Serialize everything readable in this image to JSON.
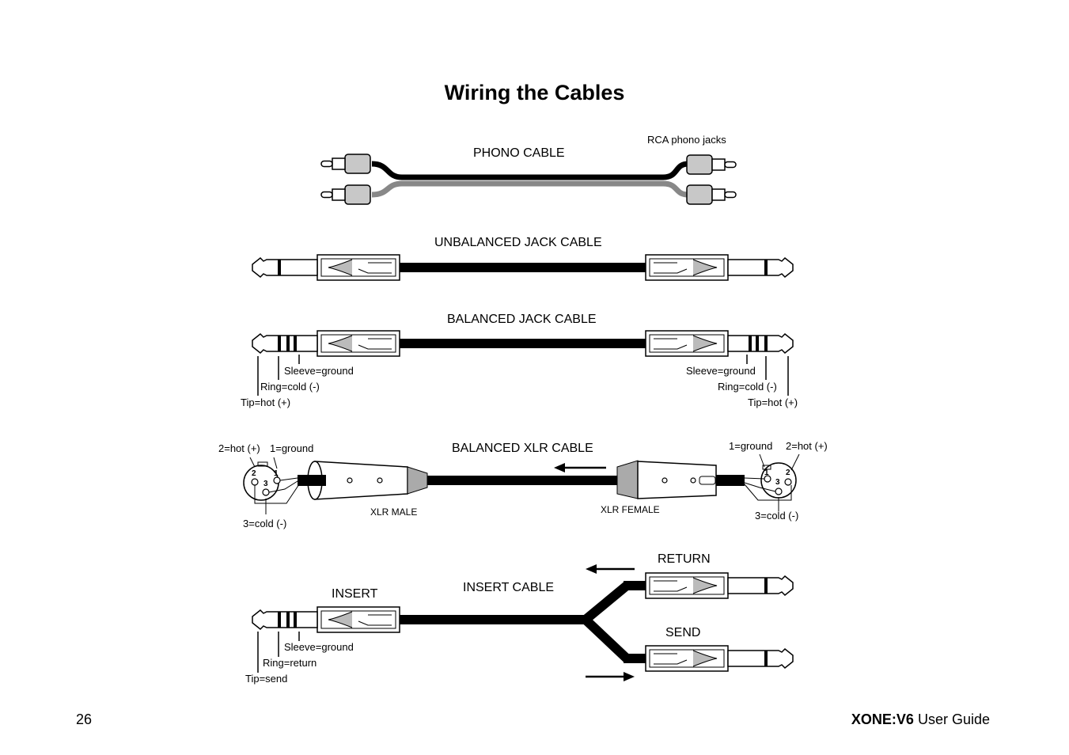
{
  "page": {
    "title": "Wiring the Cables",
    "page_number": "26",
    "footer_brand": "XONE:V6",
    "footer_suffix": " User Guide"
  },
  "phono": {
    "heading": "PHONO CABLE",
    "connector_label": "RCA phono jacks"
  },
  "unbalanced": {
    "heading": "UNBALANCED JACK CABLE"
  },
  "balanced_jack": {
    "heading": "BALANCED JACK CABLE",
    "left": {
      "sleeve": "Sleeve=ground",
      "ring": "Ring=cold (-)",
      "tip": "Tip=hot (+)"
    },
    "right": {
      "sleeve": "Sleeve=ground",
      "ring": "Ring=cold (-)",
      "tip": "Tip=hot (+)"
    }
  },
  "xlr": {
    "heading": "BALANCED XLR CABLE",
    "male_label": "XLR MALE",
    "female_label": "XLR FEMALE",
    "left": {
      "hot": "2=hot (+)",
      "ground": "1=ground",
      "cold": "3=cold (-)"
    },
    "right": {
      "ground": "1=ground",
      "hot": "2=hot (+)",
      "cold": "3=cold (-)"
    },
    "pins": {
      "p1": "1",
      "p2": "2",
      "p3": "3"
    }
  },
  "insert": {
    "heading": "INSERT CABLE",
    "insert_label": "INSERT",
    "return_label": "RETURN",
    "send_label": "SEND",
    "sleeve": "Sleeve=ground",
    "ring": "Ring=return",
    "tip": "Tip=send"
  }
}
